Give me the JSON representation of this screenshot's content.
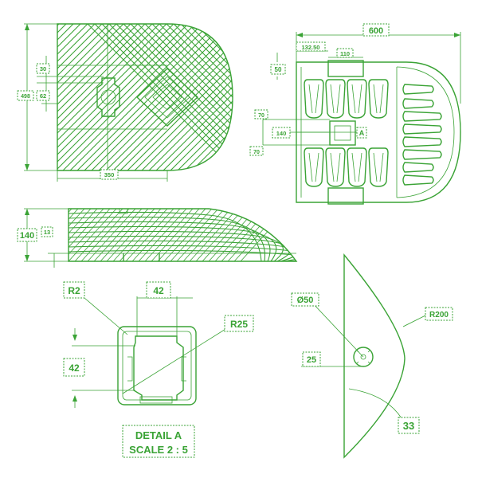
{
  "drawing": {
    "line_color": "#3aa335",
    "background": "#ffffff",
    "dimensions": {
      "top_overall_width": "600",
      "top_dim_132": "132.50",
      "top_dim_110": "110",
      "top_dim_50": "50",
      "top_dim_70a": "70",
      "top_dim_140": "140",
      "top_dim_70b": "70",
      "section_marker": "A",
      "side_height_498": "498",
      "side_dim_30": "30",
      "side_dim_62": "62",
      "side_width_350": "350",
      "front_height_140": "140",
      "front_dim_13": "13",
      "detail_r2": "R2",
      "detail_42_top": "42",
      "detail_r25": "R25",
      "detail_42_left": "42",
      "detail_title": "DETAIL A",
      "detail_scale": "SCALE 2 : 5",
      "end_diameter": "Ø50",
      "end_r200": "R200",
      "end_25": "25",
      "end_33": "33"
    }
  }
}
